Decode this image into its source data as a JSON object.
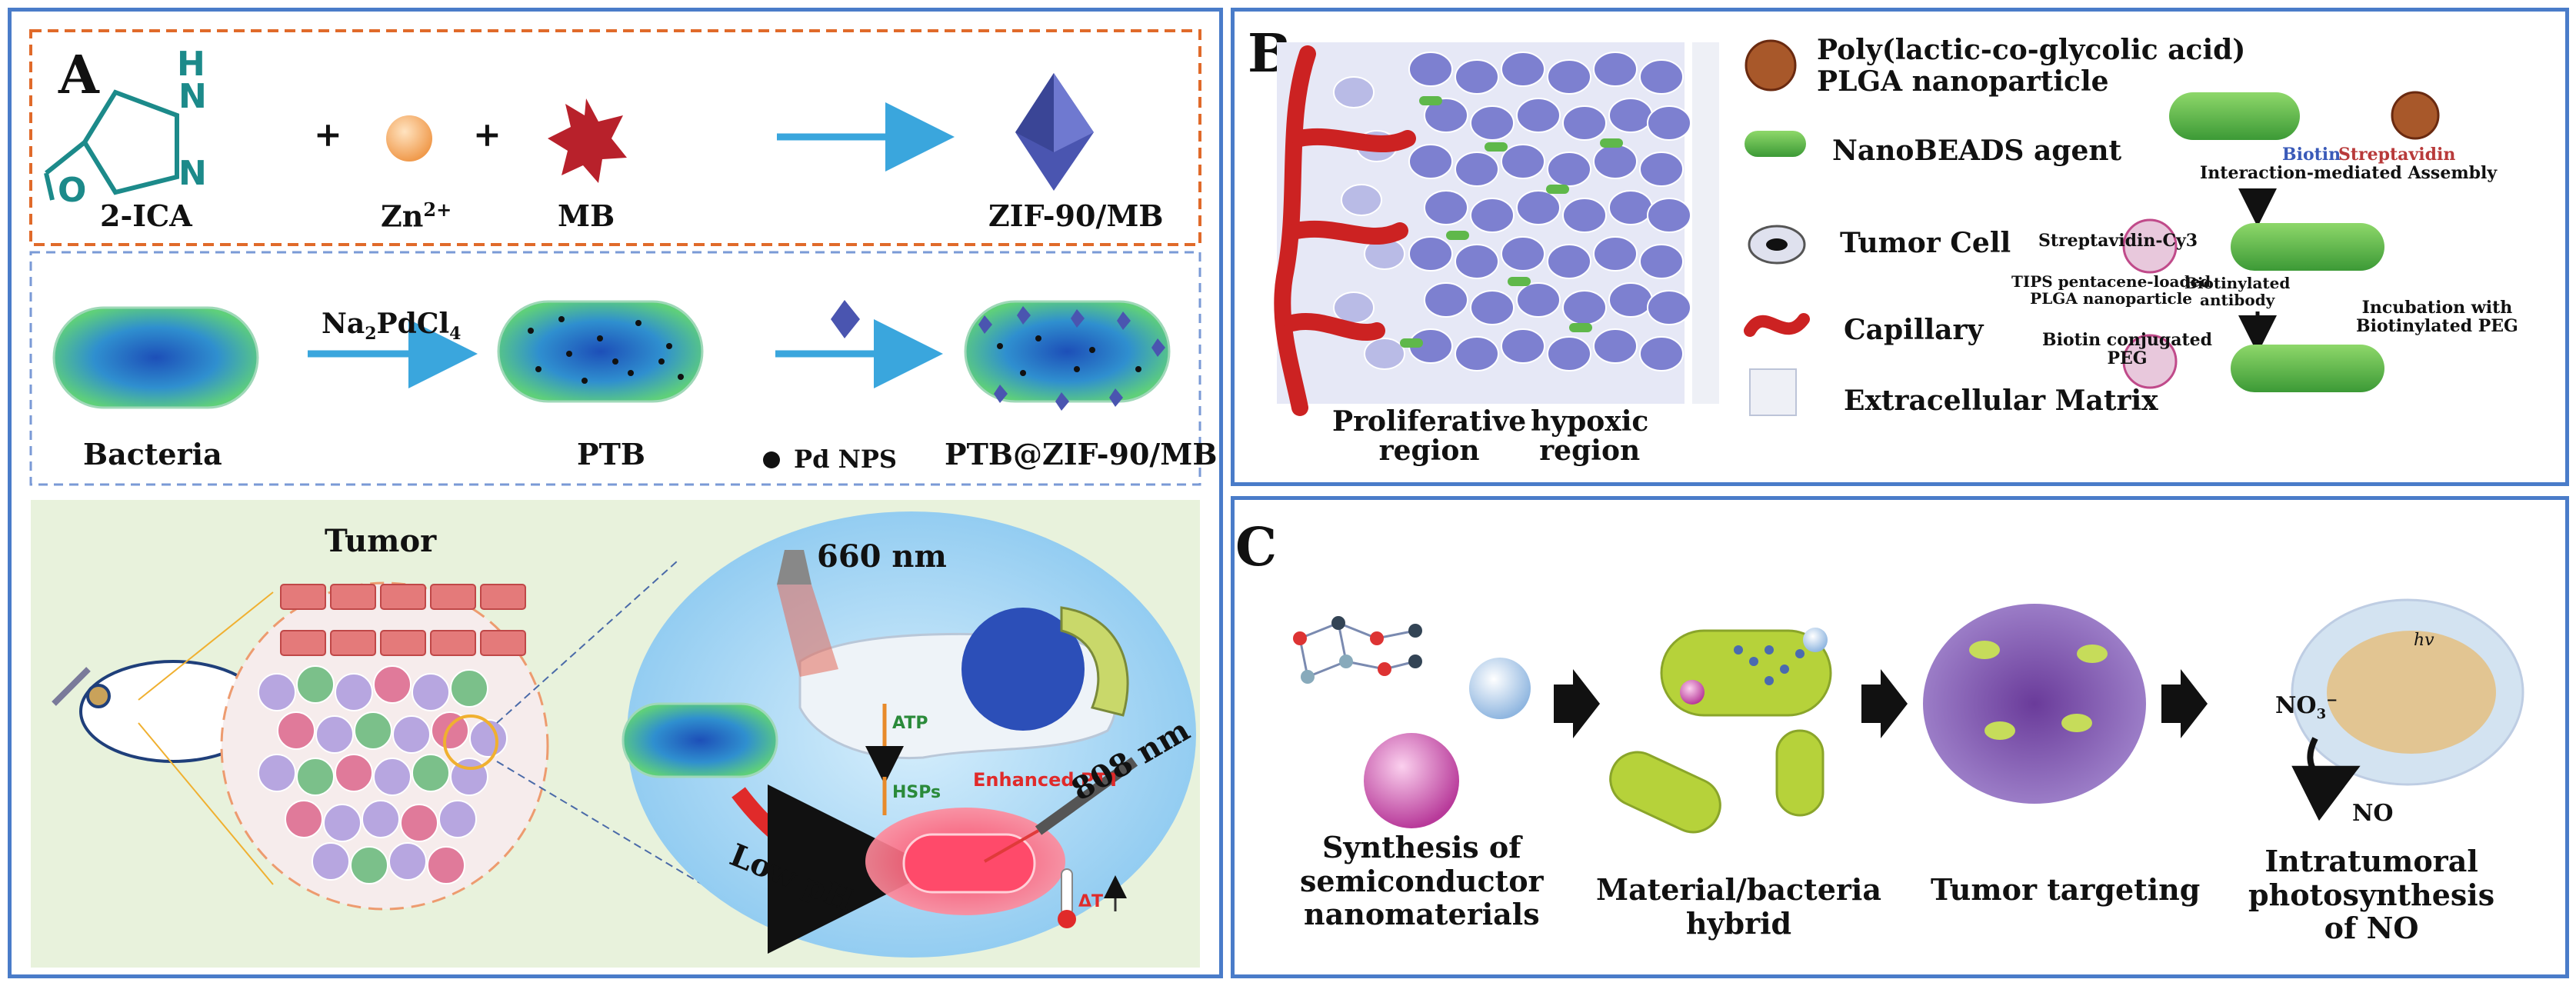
{
  "panelA": {
    "label": "A",
    "chem": {
      "ica": "2-ICA",
      "zn": "Zn",
      "zn_sup": "2+",
      "mb": "MB",
      "zif": "ZIF-90/MB",
      "plus": "+",
      "atom_h": "H",
      "atom_n1": "N",
      "atom_n2": "N",
      "atom_o": "O"
    },
    "bact": {
      "bacteria": "Bacteria",
      "reagent": "Na",
      "reagent_sub": "2",
      "reagent_rest": "PdCl",
      "reagent_sub2": "4",
      "ptb": "PTB",
      "pd": "Pd NPS",
      "ptbzif": "PTB@ZIF-90/MB"
    },
    "mech": {
      "tumor": "Tumor",
      "nm660": "660 nm",
      "nm808": "808 nm",
      "atp": "ATP",
      "hsps": "HSPs",
      "ptt": "Enhanced PTT",
      "lowph": "Low pH",
      "dt": "ΔT"
    }
  },
  "panelB": {
    "label": "B",
    "prolif": "Proliferative\nregion",
    "hypoxic": "hypoxic\nregion",
    "legend": [
      {
        "text": "Poly(lactic-co-glycolic acid)\nPLGA nanoparticle"
      },
      {
        "text": "NanoBEADS agent"
      },
      {
        "text": "Tumor Cell"
      },
      {
        "text": "Capillary"
      },
      {
        "text": "Extracellular Matrix"
      }
    ],
    "biotin": "Biotin",
    "streptavidin": "Streptavidin",
    "assembly": "Interaction-mediated Assembly",
    "strepcy3": "Streptavidin-Cy3",
    "tips": "TIPS pentacene-loaded\nPLGA nanoparticle",
    "biotab": "Biotinylated\nantibody",
    "incub": "Incubation with\nBiotinylated PEG",
    "bpeg": "Biotin conjugated\nPEG"
  },
  "panelC": {
    "label": "C",
    "steps": [
      "Synthesis of\nsemiconductor\nnanomaterials",
      "Material/bacteria\nhybrid",
      "Tumor targeting",
      "Intratumoral\nphotosynthesis\nof NO"
    ],
    "no3": "NO",
    "no3_sub": "3",
    "no3_sup": "−",
    "no": "NO",
    "hv": "hv"
  },
  "colors": {
    "frame": "#4a7cc9",
    "orange_dash": "#e06a2a",
    "blue_dash": "#7a9ad6",
    "arrow": "#3aa6dd",
    "capillary": "#cc2222",
    "cell": "#6c6fc4",
    "bacteria": "#5fb84a"
  }
}
